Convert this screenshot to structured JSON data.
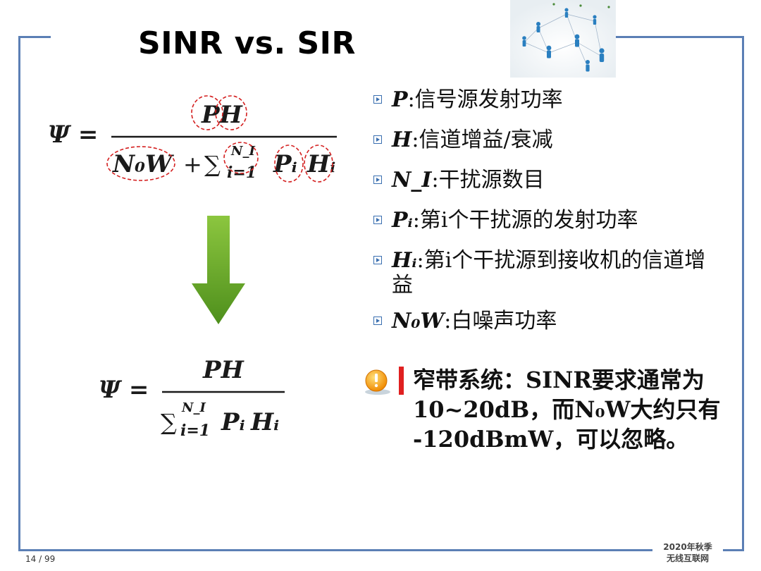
{
  "slide": {
    "title": "SINR vs. SIR",
    "page_number": "14 / 99",
    "footer_org_line1": "2020年秋季",
    "footer_org_line2": "无线互联网"
  },
  "formula_top": {
    "lhs": "Ψ =",
    "numerator": "PH",
    "denominator_noise": "N₀W",
    "plus": "+",
    "sum_symbol": "∑",
    "sum_upper": "N_I",
    "sum_lower": "i=1",
    "interferer_power": "Pᵢ",
    "interferer_gain": "Hᵢ"
  },
  "formula_bottom": {
    "lhs": "Ψ =",
    "numerator": "PH",
    "sum_symbol": "∑",
    "sum_upper": "N_I",
    "sum_lower": "i=1",
    "interferer_power": "Pᵢ",
    "interferer_gain": "Hᵢ"
  },
  "bullets": [
    {
      "symbol": "P",
      "text": ":信号源发射功率"
    },
    {
      "symbol": "H",
      "text": ":信道增益/衰减"
    },
    {
      "symbol": "N_I",
      "text": ":干扰源数目"
    },
    {
      "symbol": "Pᵢ",
      "text": ":第i个干扰源的发射功率"
    },
    {
      "symbol": "Hᵢ",
      "text": ":第i个干扰源到接收机的信道增益"
    },
    {
      "symbol": "N₀W",
      "text": ":白噪声功率"
    }
  ],
  "note": {
    "icon": "warning-exclamation-icon",
    "text": "窄带系统：SINR要求通常为\n10~20dB，而N₀W大约只有\n-120dBmW，可以忽略。"
  },
  "colors": {
    "frame": "#5b7fb5",
    "circle": "#d42020",
    "arrow_top": "#8cc63f",
    "arrow_bottom": "#4e8f1c",
    "note_bar": "#e02020",
    "bullet_marker": "#3a6fb0"
  }
}
